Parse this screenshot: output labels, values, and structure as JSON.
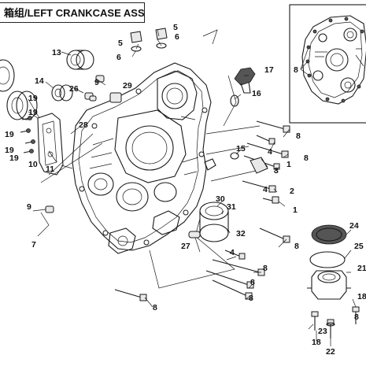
{
  "title": "箱组/LEFT CRANKCASE ASSY.",
  "callouts": {
    "c1": "1",
    "c1b": "1",
    "c2": "2",
    "c3": "3",
    "c4a": "4",
    "c4b": "4",
    "c5a": "5",
    "c5b": "5",
    "c6a": "6",
    "c6b": "6",
    "c7": "7",
    "c8a": "8",
    "c8b": "8",
    "c8c": "8",
    "c8d": "8",
    "c8e": "8",
    "c8f": "8",
    "c8g": "8",
    "c8h": "8",
    "c8i": "8",
    "c9a": "9",
    "c9b": "9",
    "c10": "10",
    "c11": "11",
    "c13": "13",
    "c14": "14",
    "c15": "15",
    "c16": "16",
    "c17": "17",
    "c18a": "18",
    "c18b": "18",
    "c19a": "19",
    "c19b": "19",
    "c19c": "19",
    "c19d": "19",
    "c21": "21",
    "c22": "22",
    "c23": "23",
    "c24": "24",
    "c25": "25",
    "c26": "26",
    "c27": "27",
    "c28": "28",
    "c29": "29",
    "c30": "30",
    "c31": "31",
    "c32": "32"
  }
}
